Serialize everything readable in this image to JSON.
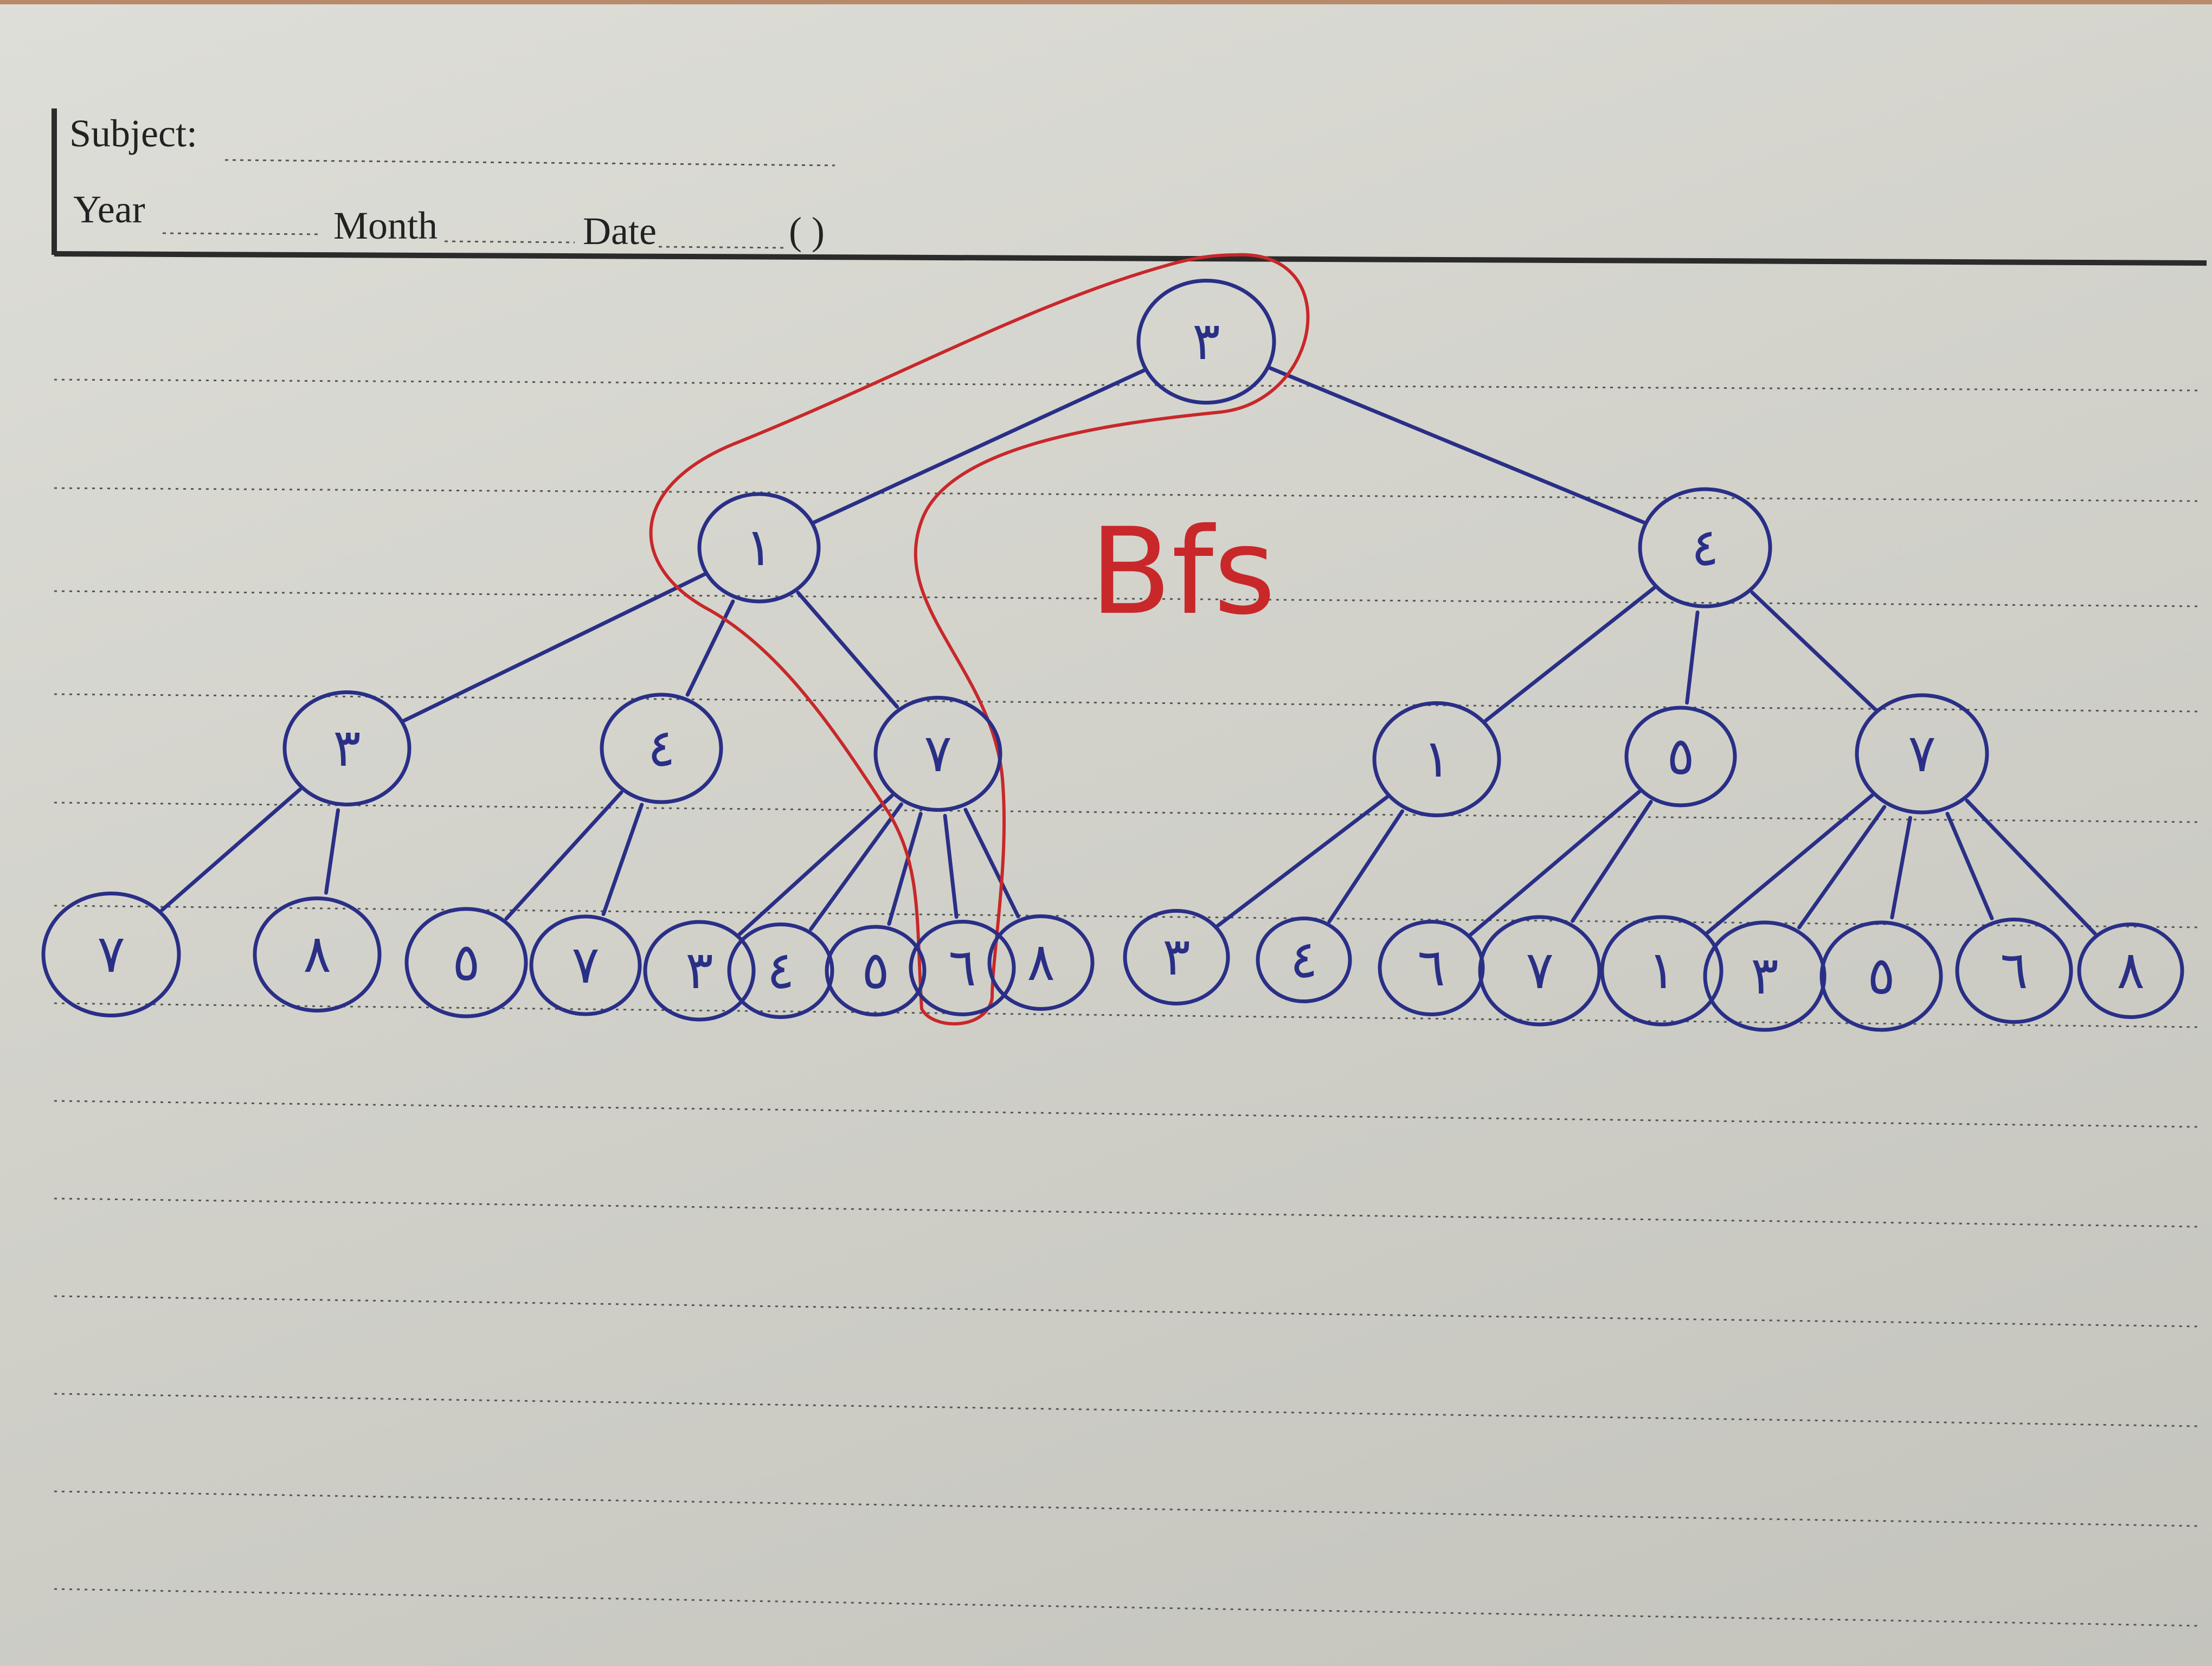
{
  "header": {
    "subject_label": "Subject:",
    "year_label": "Year",
    "month_label": "Month",
    "date_label": "Date",
    "paren_label": "(  )"
  },
  "annotation": {
    "label": "Bfs",
    "color": "#c8282a"
  },
  "ink_color": "#2a2f86",
  "tree": {
    "nodes": [
      {
        "id": "root",
        "label": "٣"
      },
      {
        "id": "n1",
        "label": "١"
      },
      {
        "id": "n2",
        "label": "٤"
      },
      {
        "id": "n1a",
        "label": "٣"
      },
      {
        "id": "n1b",
        "label": "٤"
      },
      {
        "id": "n1c",
        "label": "٧"
      },
      {
        "id": "n2a",
        "label": "١"
      },
      {
        "id": "n2b",
        "label": "٥"
      },
      {
        "id": "n2c",
        "label": "٧"
      },
      {
        "id": "l1",
        "label": "٧"
      },
      {
        "id": "l2",
        "label": "٨"
      },
      {
        "id": "l3",
        "label": "٥"
      },
      {
        "id": "l4",
        "label": "٧"
      },
      {
        "id": "l5",
        "label": "٣"
      },
      {
        "id": "l6",
        "label": "٤"
      },
      {
        "id": "l7",
        "label": "٥"
      },
      {
        "id": "l8",
        "label": "٦"
      },
      {
        "id": "l9",
        "label": "٨"
      },
      {
        "id": "l10",
        "label": "٣"
      },
      {
        "id": "l11",
        "label": "٤"
      },
      {
        "id": "l12",
        "label": "٦"
      },
      {
        "id": "l13",
        "label": "٧"
      },
      {
        "id": "l14",
        "label": "١"
      },
      {
        "id": "l15",
        "label": "٣"
      },
      {
        "id": "l16",
        "label": "٥"
      },
      {
        "id": "l17",
        "label": "٦"
      },
      {
        "id": "l18",
        "label": "٨"
      }
    ],
    "edges": [
      [
        "root",
        "n1"
      ],
      [
        "root",
        "n2"
      ],
      [
        "n1",
        "n1a"
      ],
      [
        "n1",
        "n1b"
      ],
      [
        "n1",
        "n1c"
      ],
      [
        "n2",
        "n2a"
      ],
      [
        "n2",
        "n2b"
      ],
      [
        "n2",
        "n2c"
      ],
      [
        "n1a",
        "l1"
      ],
      [
        "n1a",
        "l2"
      ],
      [
        "n1b",
        "l3"
      ],
      [
        "n1b",
        "l4"
      ],
      [
        "n1c",
        "l5"
      ],
      [
        "n1c",
        "l6"
      ],
      [
        "n1c",
        "l7"
      ],
      [
        "n1c",
        "l8"
      ],
      [
        "n1c",
        "l9"
      ],
      [
        "n2a",
        "l10"
      ],
      [
        "n2a",
        "l11"
      ],
      [
        "n2b",
        "l12"
      ],
      [
        "n2b",
        "l13"
      ],
      [
        "n2c",
        "l14"
      ],
      [
        "n2c",
        "l15"
      ],
      [
        "n2c",
        "l16"
      ],
      [
        "n2c",
        "l17"
      ],
      [
        "n2c",
        "l18"
      ]
    ],
    "highlighted_path": [
      "root",
      "n1",
      "n1c",
      "l8"
    ]
  }
}
